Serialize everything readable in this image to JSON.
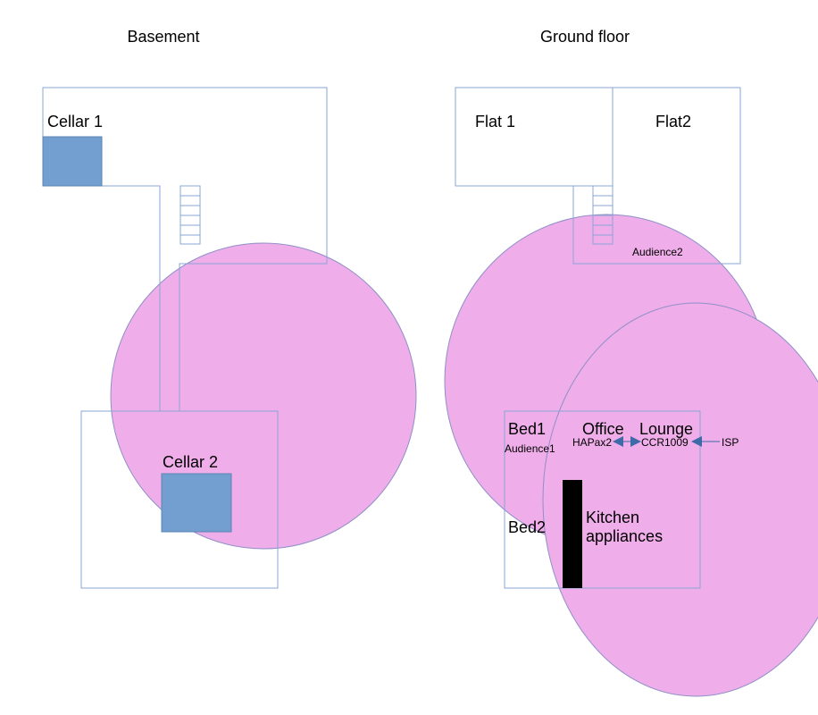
{
  "colors": {
    "wall_stroke": "#8aa4d6",
    "coverage_fill": "#efaee9",
    "coverage_stroke": "#8f8fc8",
    "cellar_fill": "#729fcf",
    "cellar_stroke": "#5b84b4",
    "appliances_fill": "#000000",
    "link_arrow": "#3e6aa8",
    "text": "#000000"
  },
  "basement": {
    "title": "Basement",
    "rooms": {
      "cellar1": "Cellar 1",
      "cellar2": "Cellar 2"
    }
  },
  "ground_floor": {
    "title": "Ground floor",
    "rooms": {
      "flat1": "Flat 1",
      "flat2": "Flat2",
      "bed1": "Bed1",
      "bed2": "Bed2",
      "office": "Office",
      "lounge": "Lounge",
      "kitchen_line1": "Kitchen",
      "kitchen_line2": "appliances"
    },
    "devices": {
      "hapax2": "HAPax2",
      "ccr1009": "CCR1009",
      "isp": "ISP"
    },
    "coverage_labels": {
      "audience1": "Audience1",
      "audience2": "Audience2"
    }
  }
}
